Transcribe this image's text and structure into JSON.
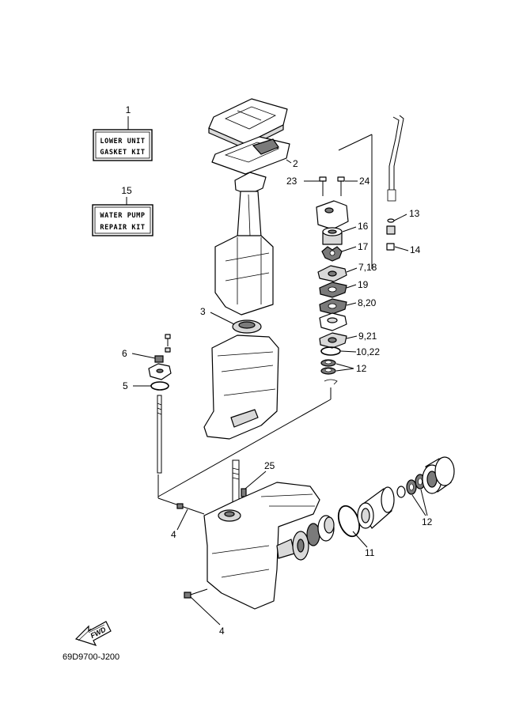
{
  "kits": {
    "gasket": {
      "number": "1",
      "line1": "LOWER UNIT",
      "line2": "GASKET KIT"
    },
    "water_pump": {
      "number": "15",
      "line1": "WATER PUMP",
      "line2": "REPAIR KIT"
    }
  },
  "callouts": {
    "c2": "2",
    "c3": "3",
    "c4a": "4",
    "c4b": "4",
    "c5": "5",
    "c6": "6",
    "c7_18": "7,18",
    "c8_20": "8,20",
    "c9_21": "9,21",
    "c10_22": "10,22",
    "c11": "11",
    "c12a": "12",
    "c12b": "12",
    "c13": "13",
    "c14": "14",
    "c16": "16",
    "c17": "17",
    "c19": "19",
    "c23": "23",
    "c24": "24",
    "c25": "25"
  },
  "fwd_label": "FWD",
  "diagram_code": "69D9700-J200"
}
